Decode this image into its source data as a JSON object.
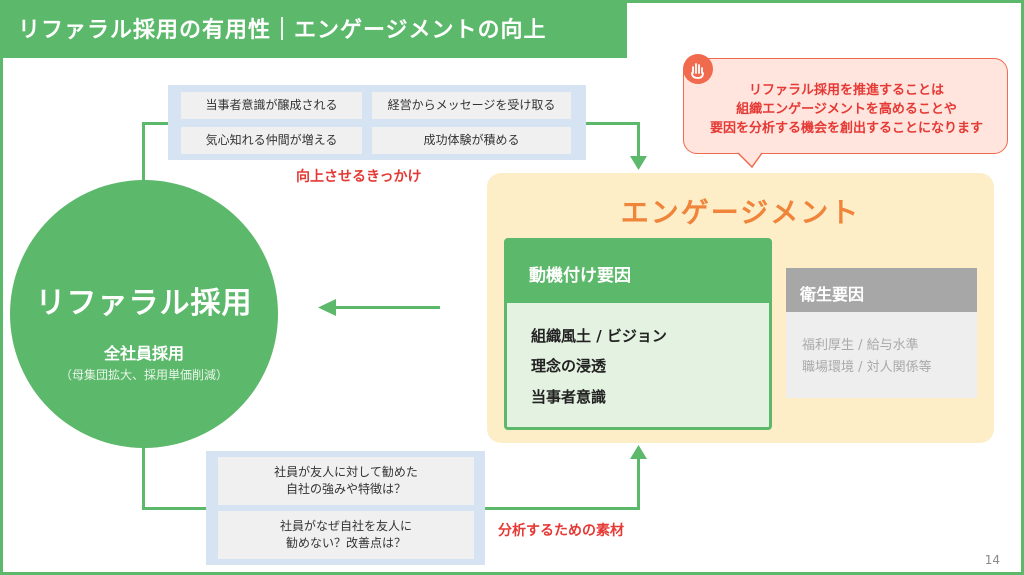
{
  "header": {
    "title": "リファラル採用の有用性｜エンゲージメントの向上"
  },
  "top_box": {
    "items": [
      "当事者意識が醸成される",
      "経営からメッセージを受け取る",
      "気心知れる仲間が増える",
      "成功体験が積める"
    ],
    "caption": "向上させるきっかけ"
  },
  "bottom_box": {
    "items": [
      [
        "社員が友人に対して勧めた",
        "自社の強みや特徴は？"
      ],
      [
        "社員がなぜ自社を友人に",
        "勧めない？改善点は？"
      ]
    ],
    "caption": "分析するための素材"
  },
  "circle": {
    "title": "リファラル採用",
    "subtitle": "全社員採用",
    "note": "（母集団拡大、採用単価削減）"
  },
  "engagement": {
    "title": "エンゲージメント",
    "motivation": {
      "title": "動機付け要因",
      "items": [
        "組織風土 / ビジョン",
        "理念の浸透",
        "当事者意識"
      ]
    },
    "hygiene": {
      "title": "衛生要因",
      "items": [
        "福利厚生 / 給与水準",
        "職場環境 / 対人関係等"
      ]
    }
  },
  "callout": {
    "lines": [
      "リファラル採用を推進することは",
      "組織エンゲージメントを高めることや",
      "要因を分析する機会を創出することになります"
    ]
  },
  "page_number": "14",
  "colors": {
    "green": "#5cb86a",
    "red": "#e53935",
    "orange": "#f0843a",
    "blue_panel": "#d6e3f2",
    "gray_header": "#a7a7a7"
  }
}
